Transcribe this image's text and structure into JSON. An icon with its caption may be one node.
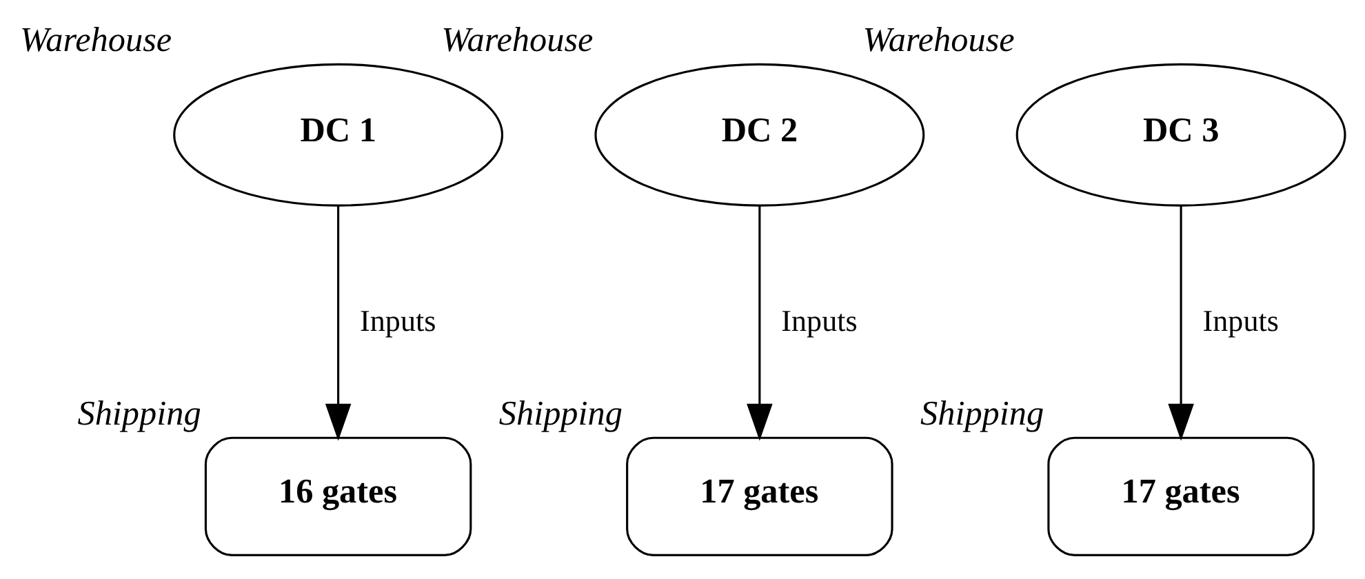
{
  "diagram": {
    "nodes": [
      {
        "text": [
          "Warehouse",
          "DC 1"
        ]
      },
      {
        "text": [
          "Warehouse",
          "DC 2"
        ]
      },
      {
        "text": [
          "Warehouse",
          "DC 3"
        ]
      },
      {
        "text": [
          "Shipping",
          "16 gates"
        ]
      },
      {
        "text": [
          "Shipping",
          "17 gates"
        ]
      },
      {
        "text": [
          "Shipping",
          "17 gates"
        ]
      }
    ],
    "edges": [
      {
        "from": 0,
        "to": 3,
        "arrow": "to",
        "label": "Inputs"
      },
      {
        "from": 1,
        "to": 4,
        "arrow": "to",
        "label": "Inputs"
      },
      {
        "from": 2,
        "to": 5,
        "arrow": "to",
        "label": "Inputs"
      }
    ]
  }
}
